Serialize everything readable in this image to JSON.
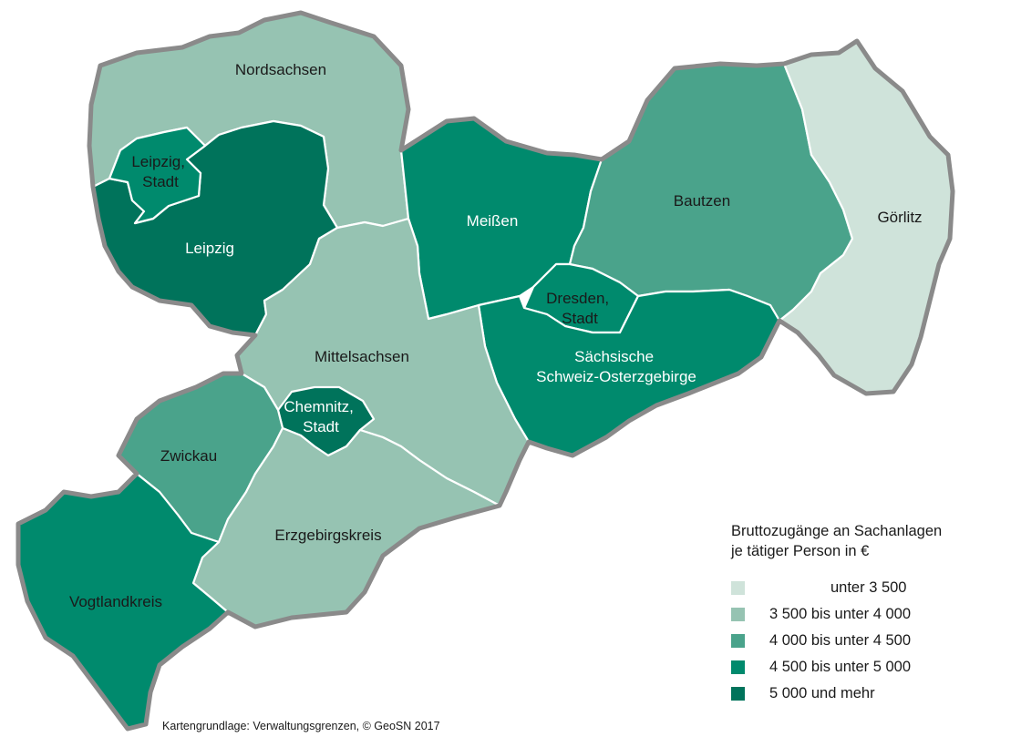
{
  "palette": {
    "c1": "#cfe3da",
    "c2": "#96c3b2",
    "c3": "#4aa38b",
    "c4": "#008a6d",
    "c5": "#00735b",
    "border_outer": "#8a8a8a",
    "border_inner": "#ffffff"
  },
  "regions": [
    {
      "id": "nordsachsen",
      "label": [
        "Nordsachsen"
      ],
      "class": "c2"
    },
    {
      "id": "leipzig-stadt",
      "label": [
        "Leipzig,",
        "Stadt"
      ],
      "class": "c4"
    },
    {
      "id": "leipzig",
      "label": [
        "Leipzig"
      ],
      "class": "c5"
    },
    {
      "id": "meissen",
      "label": [
        "Meißen"
      ],
      "class": "c4"
    },
    {
      "id": "bautzen",
      "label": [
        "Bautzen"
      ],
      "class": "c3"
    },
    {
      "id": "goerlitz",
      "label": [
        "Görlitz"
      ],
      "class": "c1"
    },
    {
      "id": "dresden-stadt",
      "label": [
        "Dresden,",
        "Stadt"
      ],
      "class": "c4"
    },
    {
      "id": "saechsische-schweiz",
      "label": [
        "Sächsische",
        "Schweiz-Osterzgebirge"
      ],
      "class": "c4"
    },
    {
      "id": "mittelsachsen",
      "label": [
        "Mittelsachsen"
      ],
      "class": "c2"
    },
    {
      "id": "chemnitz-stadt",
      "label": [
        "Chemnitz,",
        "Stadt"
      ],
      "class": "c5"
    },
    {
      "id": "zwickau",
      "label": [
        "Zwickau"
      ],
      "class": "c3"
    },
    {
      "id": "erzgebirgskreis",
      "label": [
        "Erzgebirgskreis"
      ],
      "class": "c2"
    },
    {
      "id": "vogtlandkreis",
      "label": [
        "Vogtlandkreis"
      ],
      "class": "c4"
    }
  ],
  "legend": {
    "title_line1": "Bruttozugänge an Sachanlagen",
    "title_line2": "je tätiger Person in €",
    "items": [
      {
        "label": "unter 3 500",
        "class": "c1"
      },
      {
        "label": "3 500 bis unter 4 000",
        "class": "c2"
      },
      {
        "label": "4 000 bis unter 4 500",
        "class": "c3"
      },
      {
        "label": "4 500 bis unter 5 000",
        "class": "c4"
      },
      {
        "label": "5 000 und mehr",
        "class": "c5"
      }
    ]
  },
  "source": "Kartengrundlage: Verwaltungsgrenzen, © GeoSN 2017"
}
